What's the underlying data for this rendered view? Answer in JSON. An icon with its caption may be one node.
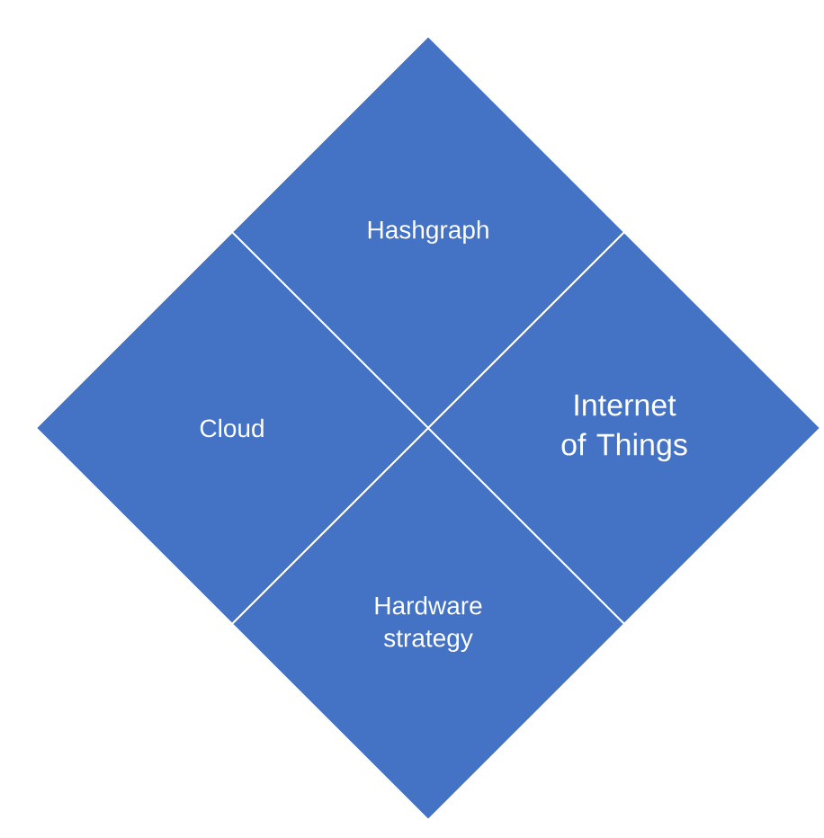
{
  "diagram": {
    "nodes": [
      {
        "text": [
          "Hashgraph"
        ]
      },
      {
        "text": [
          "Cloud"
        ]
      },
      {
        "text": [
          "Internet of Things"
        ]
      },
      {
        "text": [
          "Hardware strategy"
        ]
      }
    ]
  }
}
